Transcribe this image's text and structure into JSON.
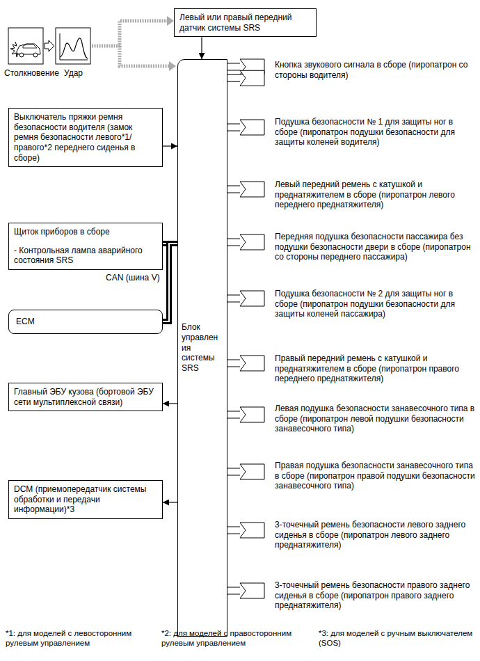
{
  "diagram": {
    "nodes": [
      {
        "text": [
          "Левый или правый передний датчик системы SRS"
        ]
      },
      {
        "text": [
          "Выключатель пряжки ремня безопасности водителя (замок ремня безопасности левого*1/ правого*2 переднего сиденья в сборе)"
        ]
      },
      {
        "text": [
          "Щиток приборов в сборе",
          "- Контрольная лампа аварийного состояния SRS"
        ]
      },
      {
        "text": [
          "ECM"
        ]
      },
      {
        "text": [
          "Главный ЭБУ кузова (бортовой ЭБУ сети мультиплексной связи)"
        ]
      },
      {
        "text": [
          "DCM (приемопередатчик системы обработки и передачи информации)*3"
        ]
      },
      {
        "text": [
          "Блок управлен ия системы SRS"
        ]
      },
      {
        "text": [
          "Кнопка звукового сигнала в сборе (пиропатрон со стороны водителя)"
        ]
      },
      {
        "text": [
          "Подушка безопасности № 1 для защиты ног в сборе (пиропатрон подушки безопасности для защиты коленей водителя)"
        ]
      },
      {
        "text": [
          "Левый передний ремень с катушкой и преднатяжителем в сборе (пиропатрон левого переднего преднатяжителя)"
        ]
      },
      {
        "text": [
          "Передняя подушка безопасности пассажира без подушки безопасности двери в сборе (пиропатрон со стороны переднего пассажира)"
        ]
      },
      {
        "text": [
          "Подушка безопасности № 2 для защиты ног в сборе (пиропатрон подушки безопасности для защиты коленей пассажира)"
        ]
      },
      {
        "text": [
          "Правый передний ремень с катушкой и преднатяжителем в сборе (пиропатрон правого переднего преднатяжителя)"
        ]
      },
      {
        "text": [
          "Левая подушка безопасности занавесочного типа в сборе (пиропатрон левой подушки безопасности занавесочного типа)"
        ]
      },
      {
        "text": [
          "Правая подушка безопасности занавесочного типа в сборе (пиропатрон правой подушки безопасности занавесочного типа)"
        ]
      },
      {
        "text": [
          "3-точечный ремень безопасности левого заднего сиденья в сборе (пиропатрон левого заднего преднатяжителя)"
        ]
      },
      {
        "text": [
          "3-точечный ремень безопасности правого заднего сиденья в сборе (пиропатрон правого заднего преднатяжителя)"
        ]
      }
    ],
    "edges": [
      {
        "from": 0,
        "to": 6,
        "arrow": "to"
      },
      {
        "from": 1,
        "to": 6,
        "arrow": "to"
      },
      {
        "from": 6,
        "to": 2,
        "arrow": "none",
        "label": "CAN (шина V)"
      },
      {
        "from": 6,
        "to": 3,
        "arrow": "none"
      },
      {
        "from": 6,
        "to": 4,
        "arrow": "to"
      },
      {
        "from": 6,
        "to": 5,
        "arrow": "to"
      },
      {
        "from": 6,
        "to": 7,
        "arrow": "none"
      },
      {
        "from": 6,
        "to": 7,
        "arrow": "none"
      },
      {
        "from": 6,
        "to": 8,
        "arrow": "none"
      },
      {
        "from": 6,
        "to": 9,
        "arrow": "none"
      },
      {
        "from": 6,
        "to": 10,
        "arrow": "none"
      },
      {
        "from": 6,
        "to": 11,
        "arrow": "none"
      },
      {
        "from": 6,
        "to": 12,
        "arrow": "none"
      },
      {
        "from": 6,
        "to": 13,
        "arrow": "none"
      },
      {
        "from": 6,
        "to": 14,
        "arrow": "none"
      },
      {
        "from": 6,
        "to": 15,
        "arrow": "none"
      },
      {
        "from": 6,
        "to": 16,
        "arrow": "none"
      }
    ],
    "labels": [
      "Столкновение",
      "Удар",
      "*1: для моделей с левосторонним рулевым управлением",
      "*2: для моделей с правосторонним рулевым управлением",
      "*3: для моделей с ручным выключателем (SOS)"
    ]
  }
}
